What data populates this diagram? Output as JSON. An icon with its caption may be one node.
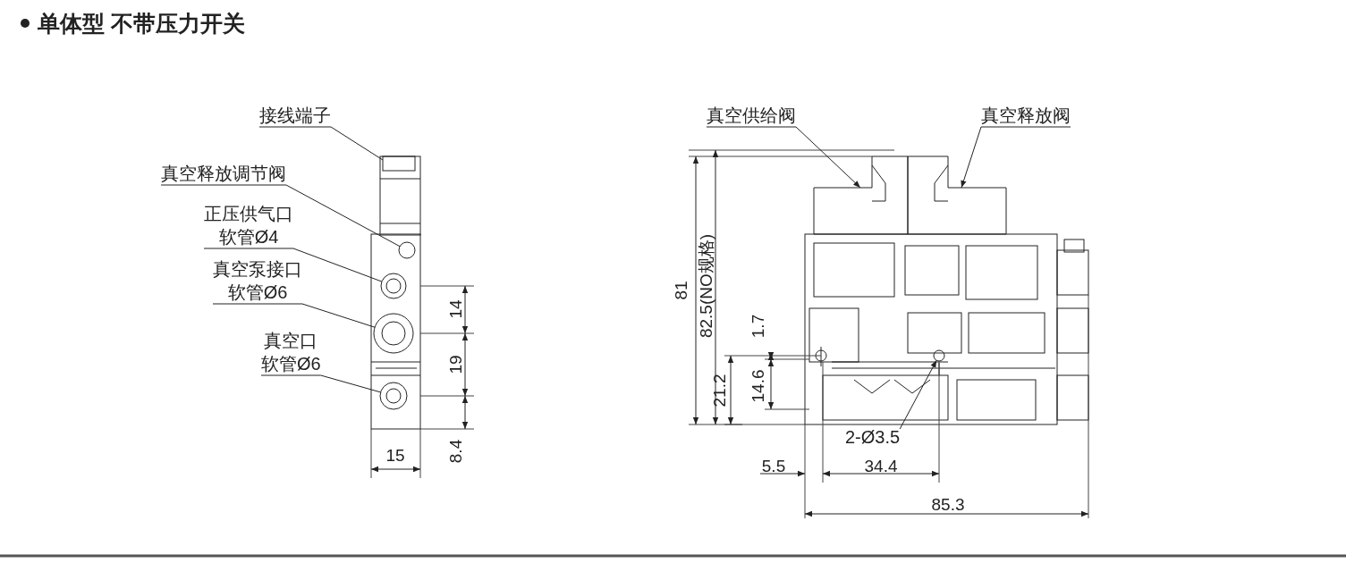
{
  "diagram": {
    "title": "单体型 不带压力开关",
    "nodes": [
      {
        "text": [
          "接线端子"
        ]
      },
      {
        "text": [
          "真空释放调节阀"
        ]
      },
      {
        "text": [
          "正压供气口",
          "软管Ø4"
        ]
      },
      {
        "text": [
          "真空泵接口",
          "软管Ø6"
        ]
      },
      {
        "text": [
          "真空口",
          "软管Ø6"
        ]
      },
      {
        "text": [
          "真空供给阀"
        ]
      },
      {
        "text": [
          "真空释放阀"
        ]
      },
      {
        "text": [
          "2-Ø3.5"
        ]
      },
      {
        "text": [],
        "shape": "box"
      },
      {
        "text": [],
        "shape": "circle"
      },
      {
        "text": [],
        "shape": "circle"
      },
      {
        "text": [],
        "shape": "circle"
      },
      {
        "text": [],
        "shape": "circle"
      },
      {
        "text": [],
        "shape": "box"
      },
      {
        "text": [],
        "shape": "box"
      },
      {
        "text": [],
        "shape": "circle"
      }
    ],
    "edges": [
      {
        "from": 0,
        "to": 8,
        "arrow": "none"
      },
      {
        "from": 1,
        "to": 9,
        "arrow": "none"
      },
      {
        "from": 2,
        "to": 10,
        "arrow": "none"
      },
      {
        "from": 3,
        "to": 11,
        "arrow": "none"
      },
      {
        "from": 4,
        "to": 12,
        "arrow": "none"
      },
      {
        "from": 5,
        "to": 13,
        "arrow": "to"
      },
      {
        "from": 6,
        "to": 14,
        "arrow": "to"
      },
      {
        "from": 7,
        "to": 15,
        "arrow": "to"
      }
    ],
    "labels": [
      "14",
      "19",
      "15",
      "8.4",
      "81",
      "82.5(NO规格)",
      "1.7",
      "21.2",
      "14.6",
      "5.5",
      "34.4",
      "85.3"
    ]
  }
}
